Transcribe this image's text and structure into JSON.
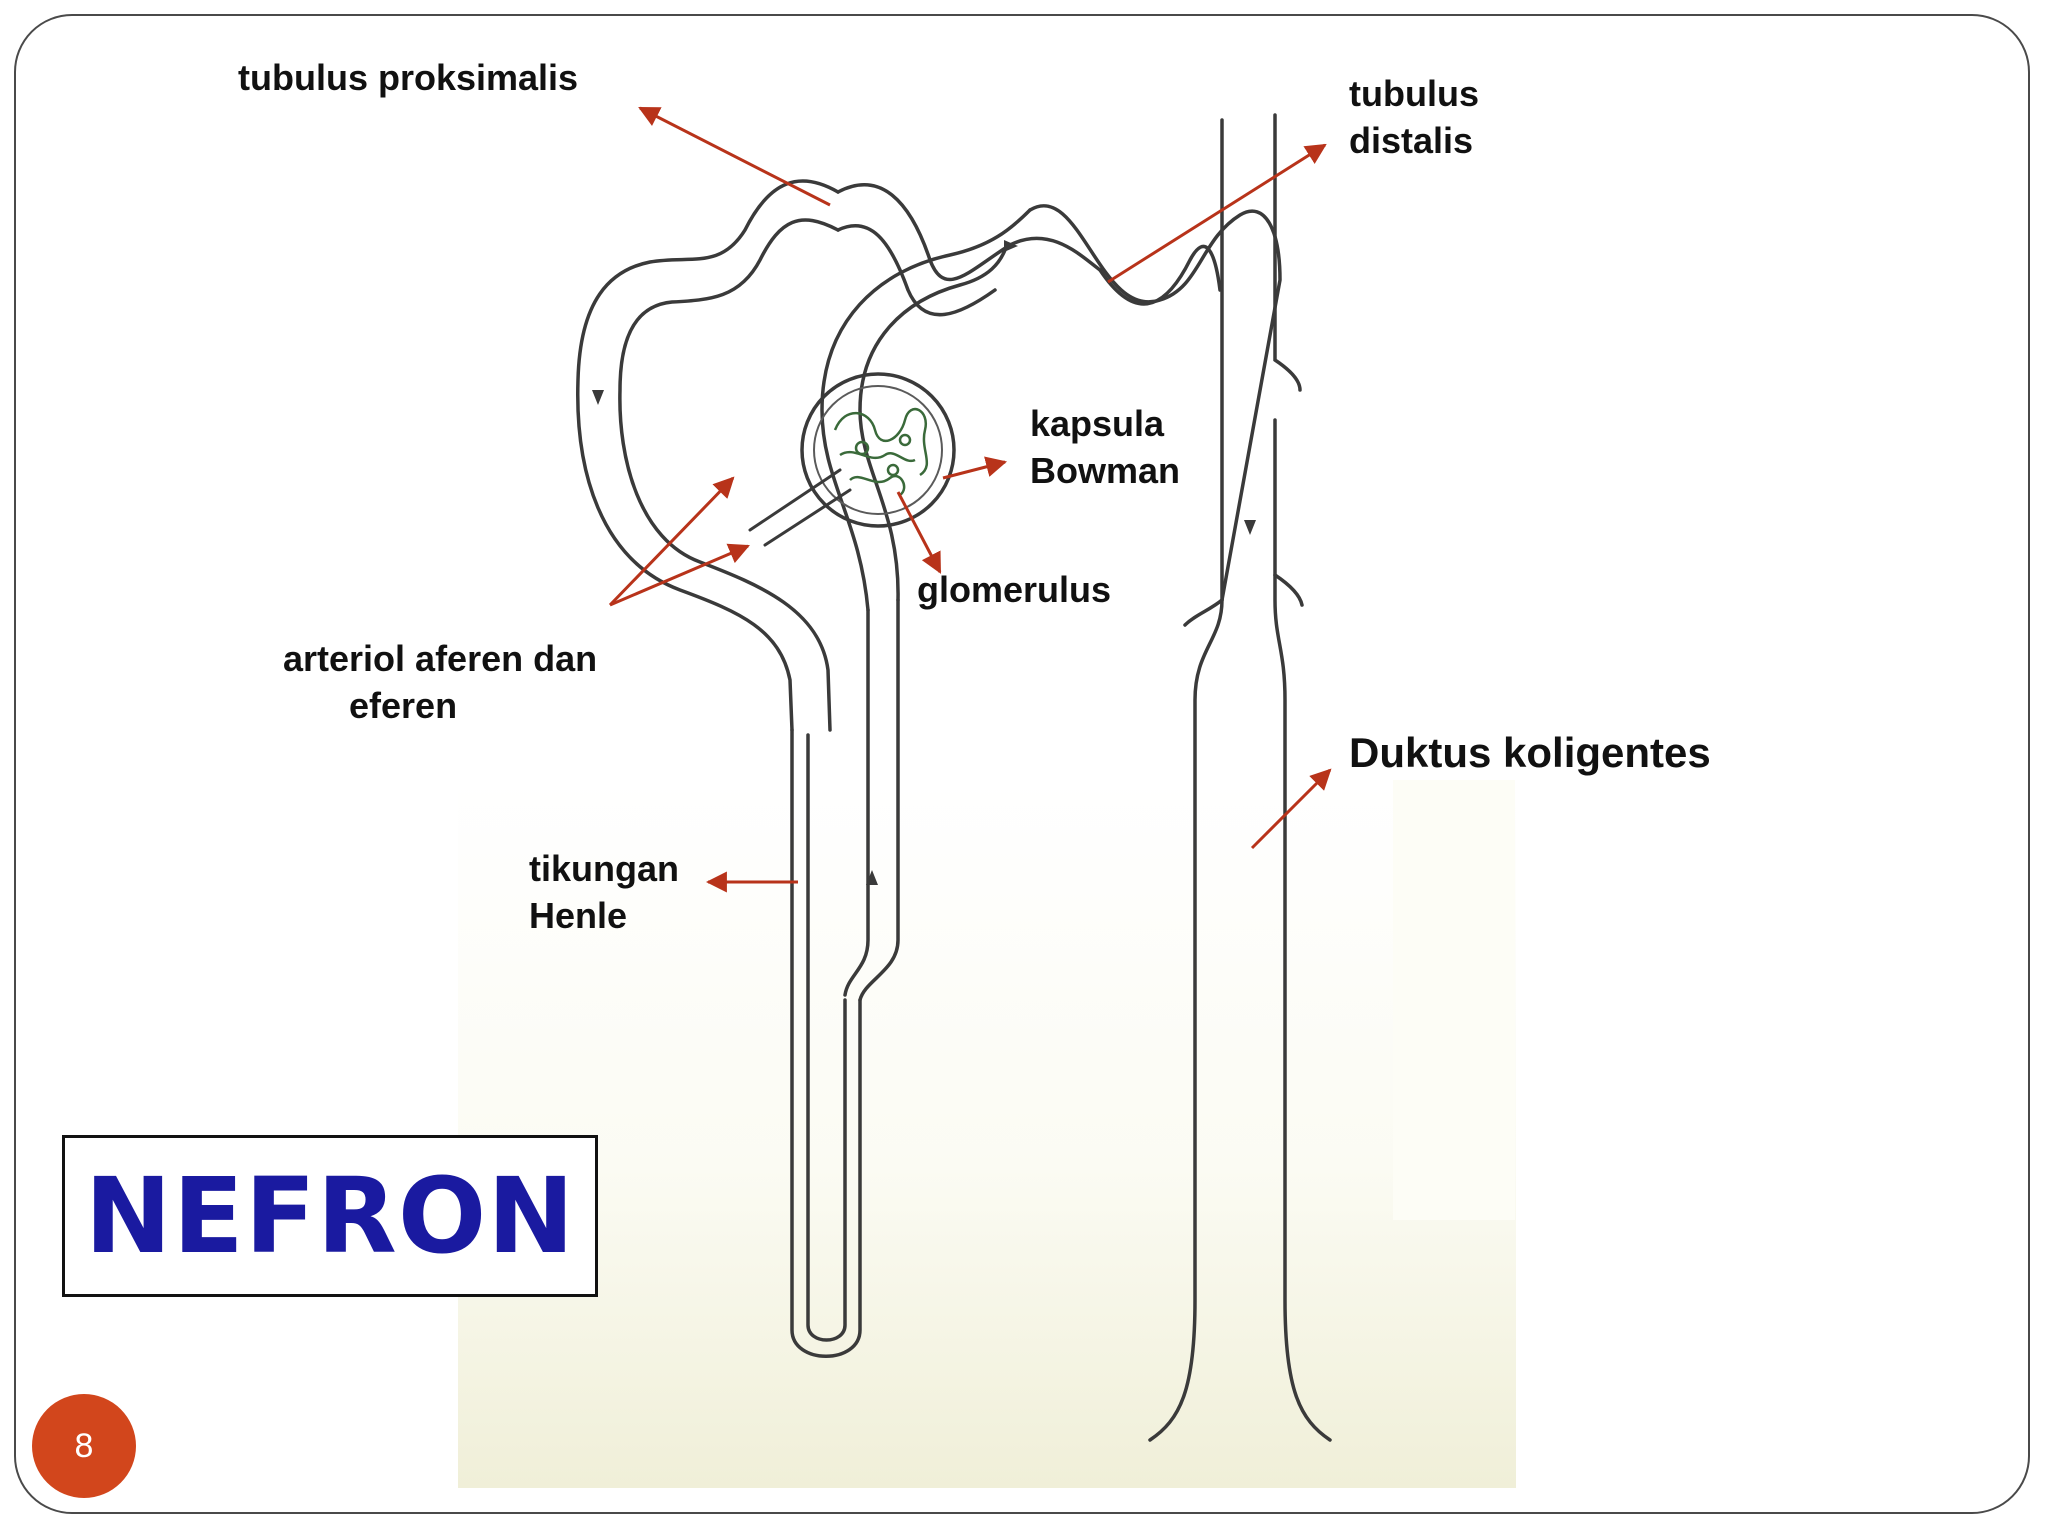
{
  "labels": {
    "tubulus_proksimalis": "tubulus proksimalis",
    "tubulus_distalis_line1": "tubulus",
    "tubulus_distalis_line2": "distalis",
    "kapsula_line1": "kapsula",
    "kapsula_line2": "Bowman",
    "glomerulus": "glomerulus",
    "arteriol_line1": "arteriol aferen dan",
    "arteriol_line2": "eferen",
    "henle_line1": "tikungan",
    "henle_line2": "Henle",
    "duktus": "Duktus koligentes"
  },
  "title": "NEFRON",
  "page_number": "8",
  "colors": {
    "arrow": "#b8331a",
    "outline": "#3a3a3a",
    "title_text": "#1a1aa0",
    "badge": "#d2461c",
    "glomerulus": "#3a6a3a",
    "paper_tint": "#f3f2df"
  }
}
